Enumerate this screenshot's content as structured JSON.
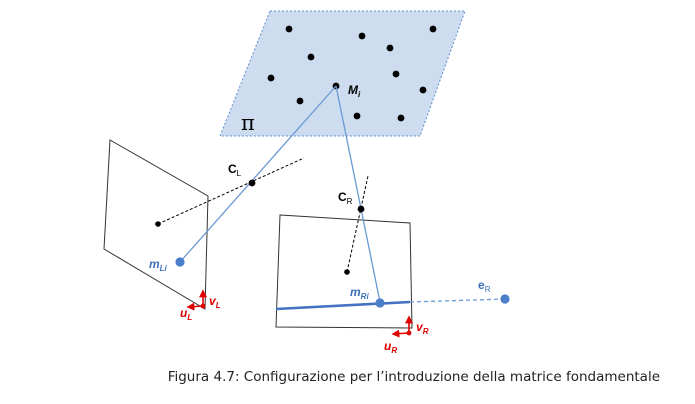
{
  "labels": {
    "pi": "π",
    "Mi_main": "M",
    "Mi_sub": "i",
    "CL_main": "C",
    "CL_sub": "L",
    "CR_main": "C",
    "CR_sub": "R",
    "mLi_main": "m",
    "mLi_sub": "Li",
    "mRi_main": "m",
    "mRi_sub": "Ri",
    "eR_main": "e",
    "eR_sub": "R",
    "uL_main": "u",
    "uL_sub": "L",
    "vL_main": "v",
    "vL_sub": "L",
    "uR_main": "u",
    "uR_sub": "R",
    "vR_main": "v",
    "vR_sub": "R"
  },
  "caption": "Figura 4.7: Configurazione per l’introduzione della matrice fondamentale",
  "colors": {
    "plane_fill": "#cddcef",
    "plane_border": "#5b8fd0",
    "ray": "#6a9ad4",
    "epipolar_line": "#4472c4",
    "point_blue": "#4a7fc9",
    "axes_red": "#e00000",
    "black": "#000000"
  }
}
